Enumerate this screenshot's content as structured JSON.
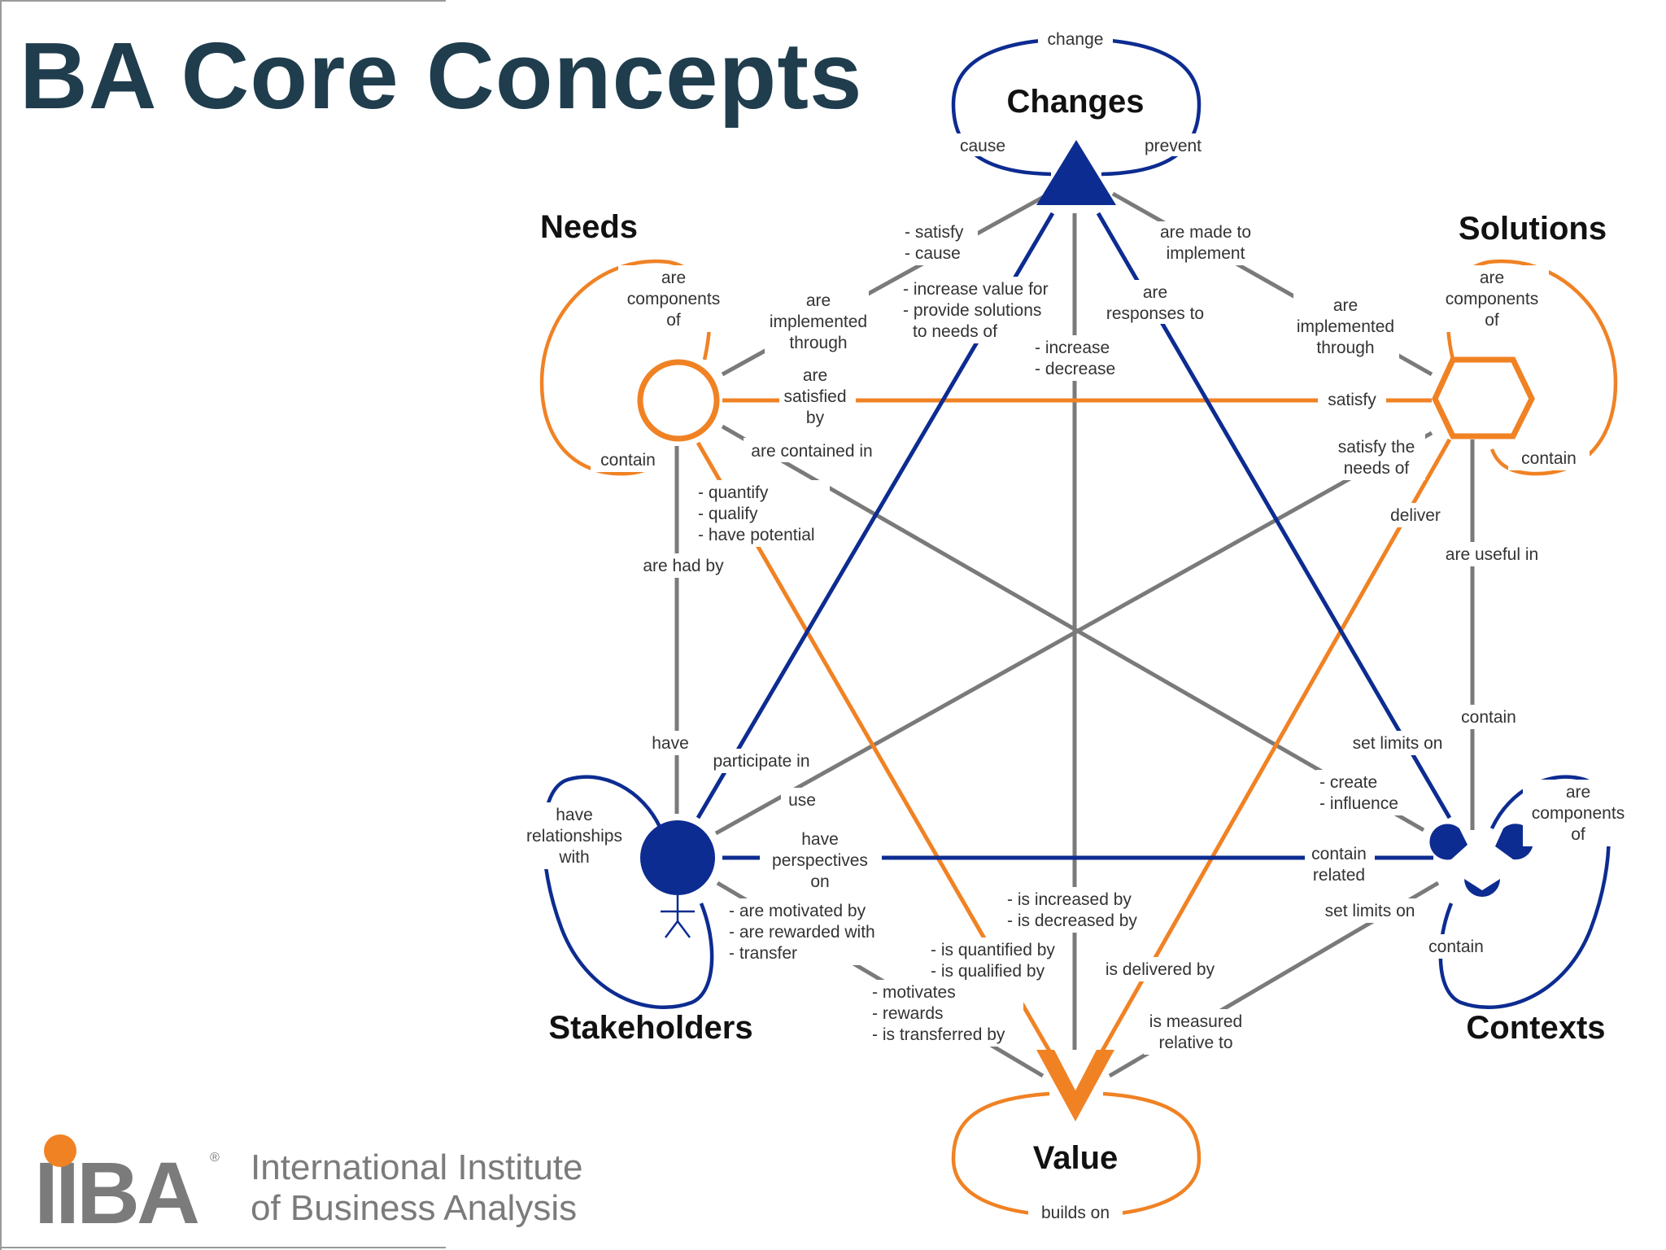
{
  "slide": {
    "title": "BA Core Concepts"
  },
  "logo": {
    "wordmark": "IIBA",
    "registered": "®",
    "name_line1": "International Institute",
    "name_line2": "of Business Analysis"
  },
  "colors": {
    "orange": "#f08224",
    "blue": "#0d2c91",
    "gray": "#7a7a7a",
    "title": "#1f3d4d"
  },
  "nodes": {
    "changes": {
      "label": "Changes",
      "icon": "triangle-icon",
      "self_loop": {
        "top": "change",
        "left": "cause",
        "right": "prevent"
      }
    },
    "needs": {
      "label": "Needs",
      "icon": "circle-outline-icon",
      "self_loop": {
        "top": [
          "are",
          "components",
          "of"
        ],
        "bottom": "contain"
      }
    },
    "solutions": {
      "label": "Solutions",
      "icon": "hexagon-icon",
      "self_loop": {
        "top": [
          "are",
          "components",
          "of"
        ],
        "bottom": "contain"
      }
    },
    "stakeholders": {
      "label": "Stakeholders",
      "icon": "stakeholder-figure-icon",
      "self_loop": {
        "side": [
          "have",
          "relationships",
          "with"
        ]
      }
    },
    "contexts": {
      "label": "Contexts",
      "icon": "contexts-pieces-icon",
      "self_loop": {
        "top": [
          "are",
          "components",
          "of"
        ],
        "bottom": "contain"
      }
    },
    "value": {
      "label": "Value",
      "icon": "v-shape-icon",
      "self_loop": {
        "bottom": "builds on"
      }
    }
  },
  "relations": {
    "changes_needs": [
      "- satisfy",
      "- cause"
    ],
    "changes_solutions": [
      "are made to",
      "implement"
    ],
    "changes_stakeholders": [
      "- increase value for",
      "- provide solutions",
      "to needs of"
    ],
    "changes_contexts": [
      "are",
      "responses to"
    ],
    "changes_value": [
      "- increase",
      "- decrease"
    ],
    "needs_changes": [
      "are",
      "implemented",
      "through"
    ],
    "needs_solutions": [
      "are",
      "satisfied",
      "by"
    ],
    "needs_contexts": "are contained in",
    "needs_value": [
      "- quantify",
      "- qualify",
      "- have potential"
    ],
    "needs_stakeholders": "are had by",
    "solutions_changes": [
      "are",
      "implemented",
      "through"
    ],
    "solutions_needs": "satisfy",
    "solutions_stakeholders": [
      "satisfy the",
      "needs of"
    ],
    "solutions_value": "deliver",
    "solutions_contexts": "are useful in",
    "stakeholders_needs": "have",
    "stakeholders_changes": "participate in",
    "stakeholders_solutions": "use",
    "stakeholders_contexts": [
      "have",
      "perspectives",
      "on"
    ],
    "stakeholders_value": [
      "- are motivated by",
      "- are rewarded with",
      "- transfer"
    ],
    "contexts_solutions": "contain",
    "contexts_changes": "set limits on",
    "contexts_needs": [
      "- create",
      "- influence"
    ],
    "contexts_stakeholders": [
      "contain",
      "related"
    ],
    "contexts_value": "set limits on",
    "value_changes": [
      "- is increased by",
      "- is decreased by"
    ],
    "value_needs": [
      "- is quantified by",
      "- is qualified by"
    ],
    "value_solutions": "is delivered by",
    "value_contexts": [
      "is measured",
      "relative to"
    ],
    "value_stakeholders": [
      "- motivates",
      "- rewards",
      "- is transferred by"
    ]
  }
}
